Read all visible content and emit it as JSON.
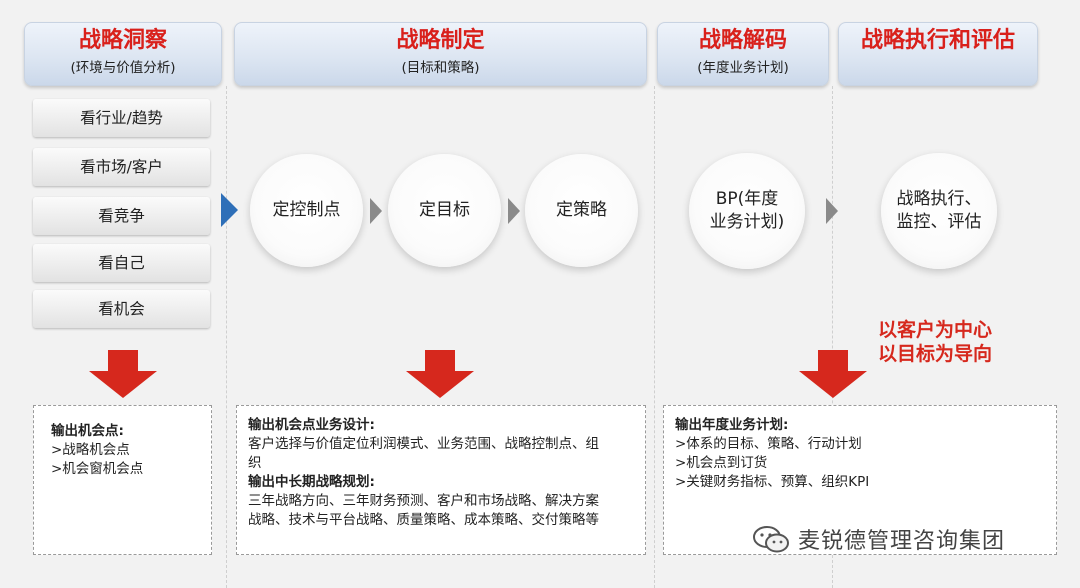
{
  "headers": [
    {
      "title": "战略洞察",
      "subtitle": "(环境与价值分析)"
    },
    {
      "title": "战略制定",
      "subtitle": "(目标和策略)"
    },
    {
      "title": "战略解码",
      "subtitle": "(年度业务计划)"
    },
    {
      "title": "战略执行和评估",
      "subtitle": ""
    }
  ],
  "insight_items": [
    "看行业/趋势",
    "看市场/客户",
    "看竞争",
    "看自己",
    "看机会"
  ],
  "formulation_circles": [
    "定控制点",
    "定目标",
    "定策略"
  ],
  "decode_circle": {
    "line1": "BP(年度",
    "line2": "业务计划)"
  },
  "execute_circle": {
    "line1": "战略执行、",
    "line2": "监控、评估"
  },
  "slogan": {
    "line1": "以客户为中心",
    "line2": "以目标为导向"
  },
  "output1": {
    "heading": "输出机会点:",
    "items": [
      ">战略机会点",
      ">机会窗机会点"
    ]
  },
  "output2": {
    "heading1": "输出机会点业务设计:",
    "text1a": "客户选择与价值定位利润模式、业务范围、战略控制点、组",
    "text1b": "织",
    "heading2": "输出中长期战略规划:",
    "text2a": "三年战略方向、三年财务预测、客户和市场战略、解决方案",
    "text2b": "战略、技术与平台战略、质量策略、成本策略、交付策略等"
  },
  "output3": {
    "heading": "输出年度业务计划:",
    "items": [
      ">体系的目标、策略、行动计划",
      ">机会点到订货",
      ">关键财务指标、预算、组织KPI"
    ]
  },
  "watermark": "麦锐德管理咨询集团",
  "colors": {
    "accent_red": "#d9201b",
    "pointer_blue": "#2e6fb8",
    "header_bg": "#dde6f2"
  }
}
